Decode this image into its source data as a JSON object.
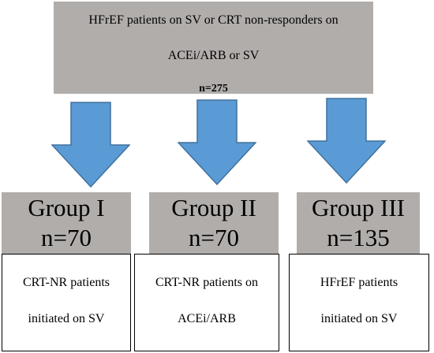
{
  "source": {
    "line1": "HFrEF patients on SV or CRT non-responders on",
    "line2": "ACEi/ARB or SV",
    "n": "n=275"
  },
  "arrows": {
    "color": "#5b9bd5",
    "icon": "down-arrow-icon"
  },
  "groups": [
    {
      "name": "Group I",
      "n": "n=70",
      "desc_line1": "CRT-NR patients",
      "desc_line2": "initiated on SV"
    },
    {
      "name": "Group II",
      "n": "n=70",
      "desc_line1": "CRT-NR patients on",
      "desc_line2": "ACEi/ARB"
    },
    {
      "name": "Group III",
      "n": "n=135",
      "desc_line1": "HFrEF patients",
      "desc_line2": "initiated on SV"
    }
  ],
  "colors": {
    "box_fill": "#b1adab",
    "arrow_fill": "#5b9bd5",
    "arrow_stroke": "#41719c"
  }
}
